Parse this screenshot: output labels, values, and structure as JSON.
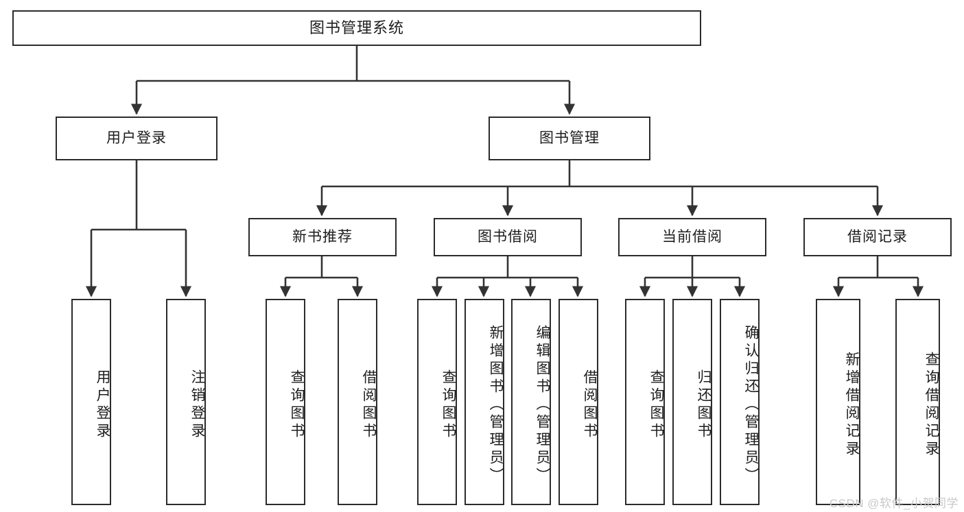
{
  "diagram": {
    "title": "图书管理系统",
    "type": "tree",
    "watermark": "CSDN @软件_小贺同学",
    "colors": {
      "box_border": "#2b2b2b",
      "box_fill": "#ffffff",
      "connector": "#333333",
      "text": "#1d1d1d",
      "watermark": "#c8c8c8"
    },
    "root": {
      "label": "图书管理系统"
    },
    "level2": [
      {
        "label": "用户登录"
      },
      {
        "label": "图书管理"
      }
    ],
    "level3": [
      {
        "label": "新书推荐"
      },
      {
        "label": "图书借阅"
      },
      {
        "label": "当前借阅"
      },
      {
        "label": "借阅记录"
      }
    ],
    "leaves": {
      "user_login": [
        {
          "label": "用户登录"
        },
        {
          "label": "注销登录"
        }
      ],
      "new_book": [
        {
          "label": "查询图书"
        },
        {
          "label": "借阅图书"
        }
      ],
      "book_borrow": [
        {
          "label": "查询图书"
        },
        {
          "label": "新增图书（管理员）"
        },
        {
          "label": "编辑图书（管理员）"
        },
        {
          "label": "借阅图书"
        }
      ],
      "current_borrow": [
        {
          "label": "查询图书"
        },
        {
          "label": "归还图书"
        },
        {
          "label": "确认归还（管理员）"
        }
      ],
      "borrow_record": [
        {
          "label": "新增借阅记录"
        },
        {
          "label": "查询借阅记录"
        }
      ]
    }
  }
}
